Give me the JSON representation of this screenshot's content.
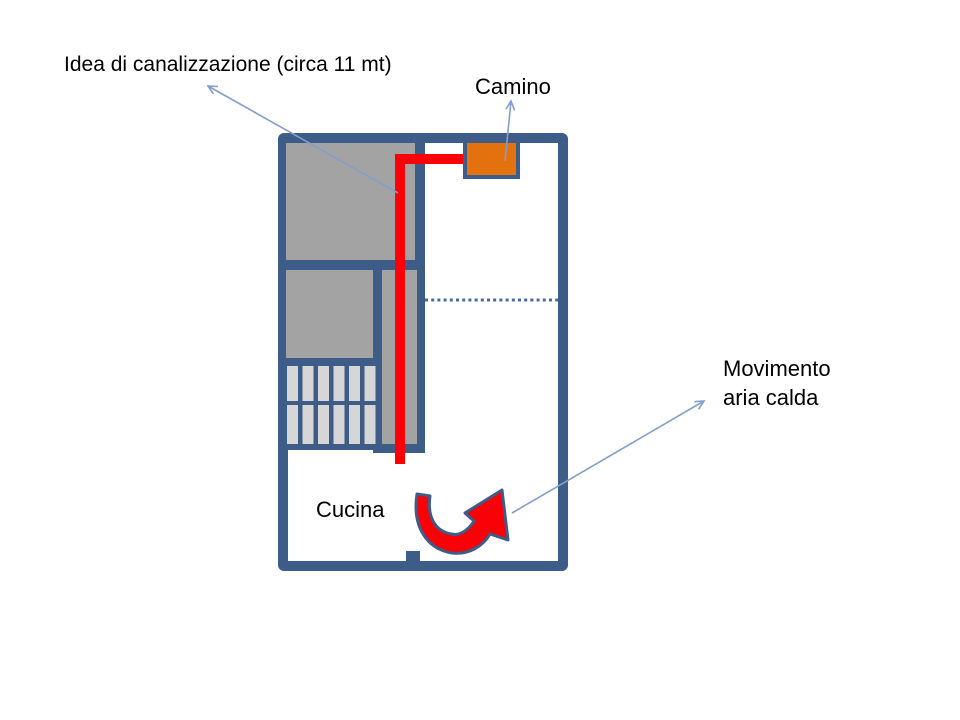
{
  "slide": {
    "labels": {
      "canalization": "Idea di canalizzazione (circa 11 mt)",
      "camino": "Camino",
      "movimento": "Movimento\naria calda",
      "cucina": "Cucina"
    },
    "floor_plan": {
      "rooms": [
        "storage-top",
        "storage-middle",
        "staircase",
        "corridor",
        "kitchen"
      ],
      "kitchen_name": "Cucina",
      "fireplace_name": "Camino",
      "stairs": {
        "rows": 2,
        "treads_per_row": 6
      }
    },
    "annotations": {
      "duct_length_note": "circa 11 mt",
      "icons": {
        "curved_arrow": "u-turn-up-arrow-icon",
        "leader_arrowhead": "open-v-arrowhead-icon"
      }
    }
  },
  "colors": {
    "wall": "#3D5C88",
    "room_fill": "#A3A3A4",
    "stair_tread": "#D6D6D7",
    "duct_red": "#FA0007",
    "camino_orange": "#E2710E",
    "annotation_arrow": "#839ECC",
    "dotted_line": "#4A6B9B",
    "text": "#000000",
    "background": "#FFFFFF"
  }
}
